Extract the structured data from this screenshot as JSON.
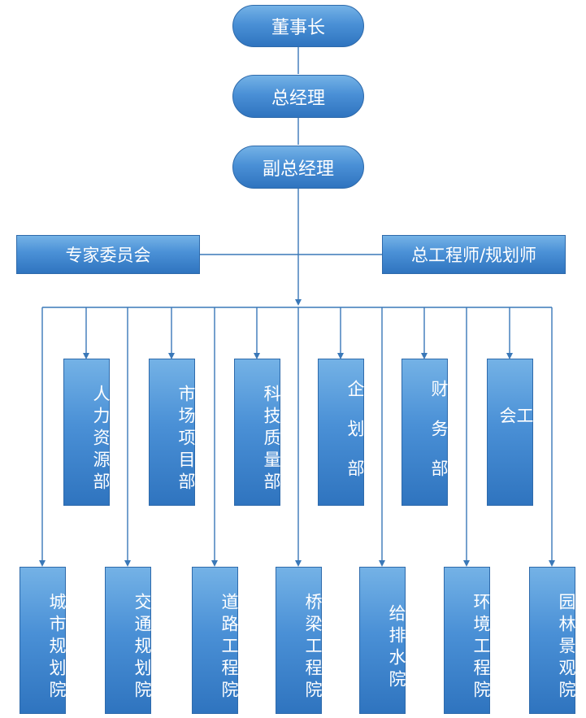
{
  "colors": {
    "line": "#3a78b8",
    "box_top": "#74b2e6",
    "box_bottom": "#2f74bf"
  },
  "top": {
    "chairman": "董事长",
    "gm": "总经理",
    "deputy_gm": "副总经理"
  },
  "side": {
    "left": "专家委员会",
    "right": "总工程师/规划师"
  },
  "departments": [
    {
      "id": "hr",
      "label": "人力资源部"
    },
    {
      "id": "market",
      "label": "市场项目部"
    },
    {
      "id": "tech",
      "label": "科技质量部"
    },
    {
      "id": "plan",
      "label": "企划部"
    },
    {
      "id": "finance",
      "label": "财务部"
    },
    {
      "id": "union",
      "label": "工会"
    }
  ],
  "institutes": [
    {
      "id": "urban",
      "label": "城市规划院"
    },
    {
      "id": "traffic",
      "label": "交通规划院"
    },
    {
      "id": "road",
      "label": "道路工程院"
    },
    {
      "id": "bridge",
      "label": "桥梁工程院"
    },
    {
      "id": "water",
      "label": "给排水院"
    },
    {
      "id": "env",
      "label": "环境工程院"
    },
    {
      "id": "landscape",
      "label": "园林景观院"
    }
  ]
}
